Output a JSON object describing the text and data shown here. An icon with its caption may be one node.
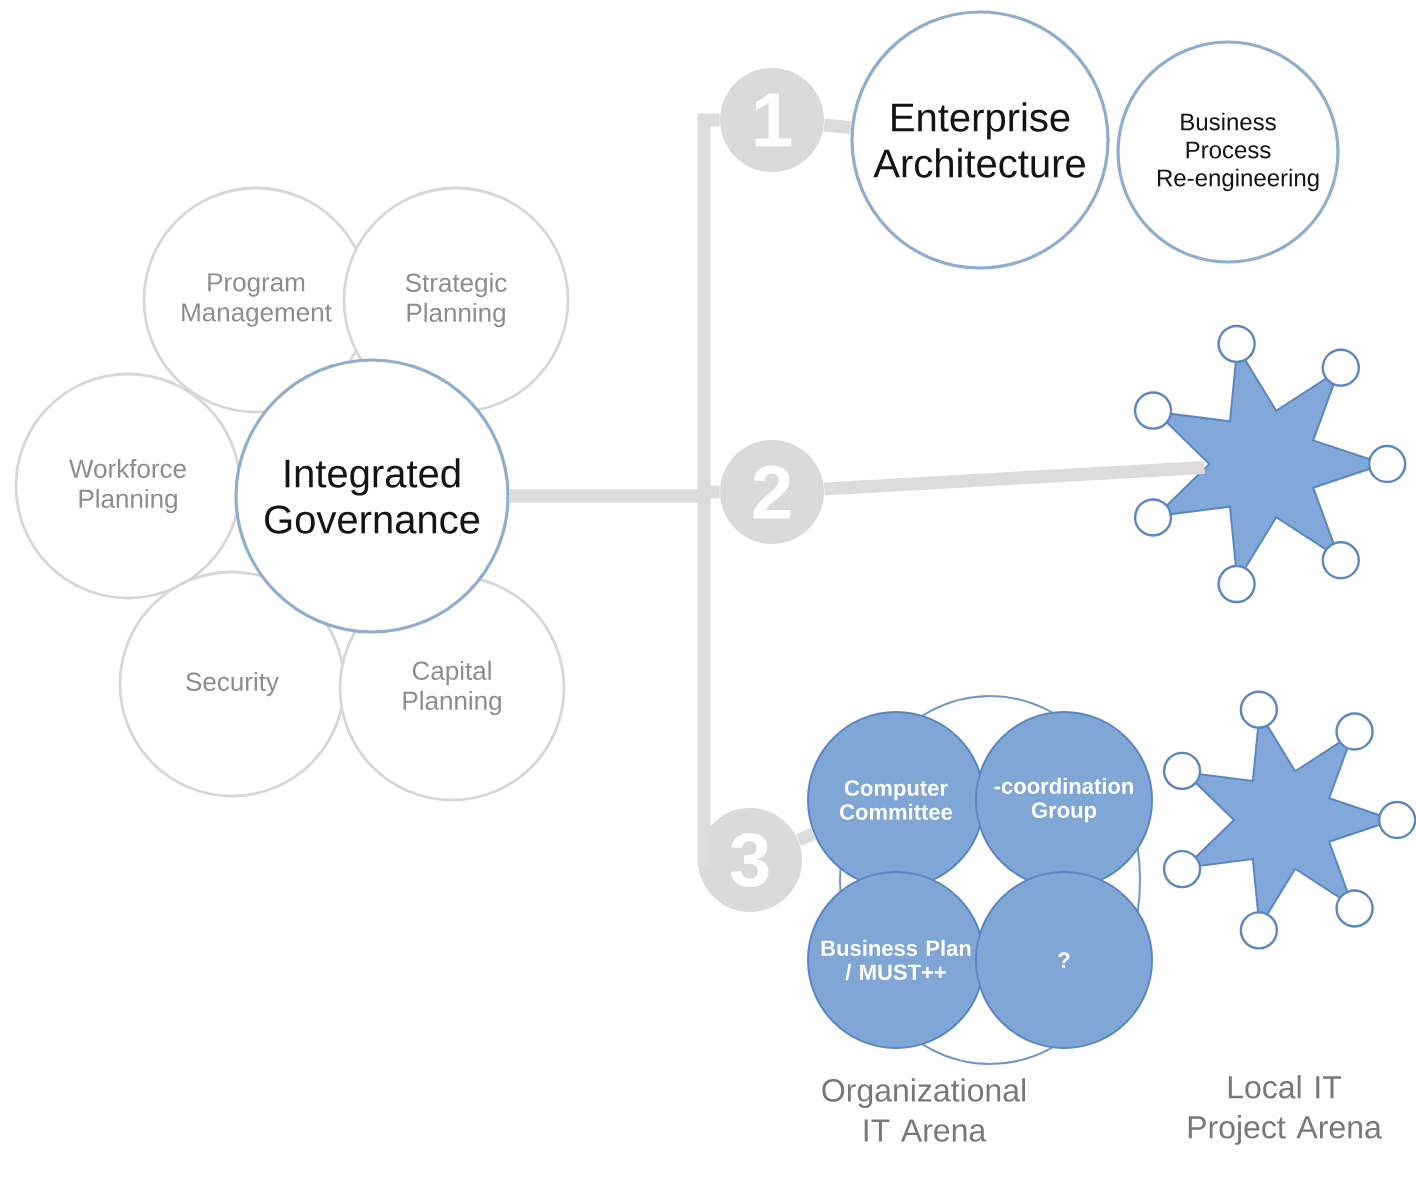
{
  "diagram": {
    "nodes": [
      {
        "text": [
          "Integrated Governance"
        ]
      },
      {
        "text": [
          "Program Management"
        ]
      },
      {
        "text": [
          "Strategic Planning"
        ]
      },
      {
        "text": [
          "Workforce Planning"
        ]
      },
      {
        "text": [
          "Security"
        ]
      },
      {
        "text": [
          "Capital Planning"
        ]
      },
      {
        "text": [
          "1"
        ]
      },
      {
        "text": [
          "Enterprise Architecture"
        ]
      },
      {
        "text": [
          "Business Process Re-engineering"
        ]
      },
      {
        "text": [
          "2"
        ]
      },
      {
        "text": [],
        "shape": "star"
      },
      {
        "text": [
          "3"
        ]
      },
      {
        "text": [
          "Computer Committee"
        ]
      },
      {
        "text": [
          "-coordination Group"
        ]
      },
      {
        "text": [
          "Business Plan / MUST++"
        ]
      },
      {
        "text": [
          "?"
        ]
      },
      {
        "text": [],
        "shape": "star"
      }
    ],
    "edges": [
      {
        "from": 0,
        "to": 6,
        "arrow": "none"
      },
      {
        "from": 0,
        "to": 9,
        "arrow": "none"
      },
      {
        "from": 0,
        "to": 11,
        "arrow": "none"
      },
      {
        "from": 6,
        "to": 7,
        "arrow": "none"
      },
      {
        "from": 9,
        "to": 10,
        "arrow": "none"
      },
      {
        "from": 11,
        "to": 12,
        "arrow": "none"
      }
    ],
    "labels": [
      "Organizational IT Arena",
      "Local IT Project Arena"
    ]
  }
}
